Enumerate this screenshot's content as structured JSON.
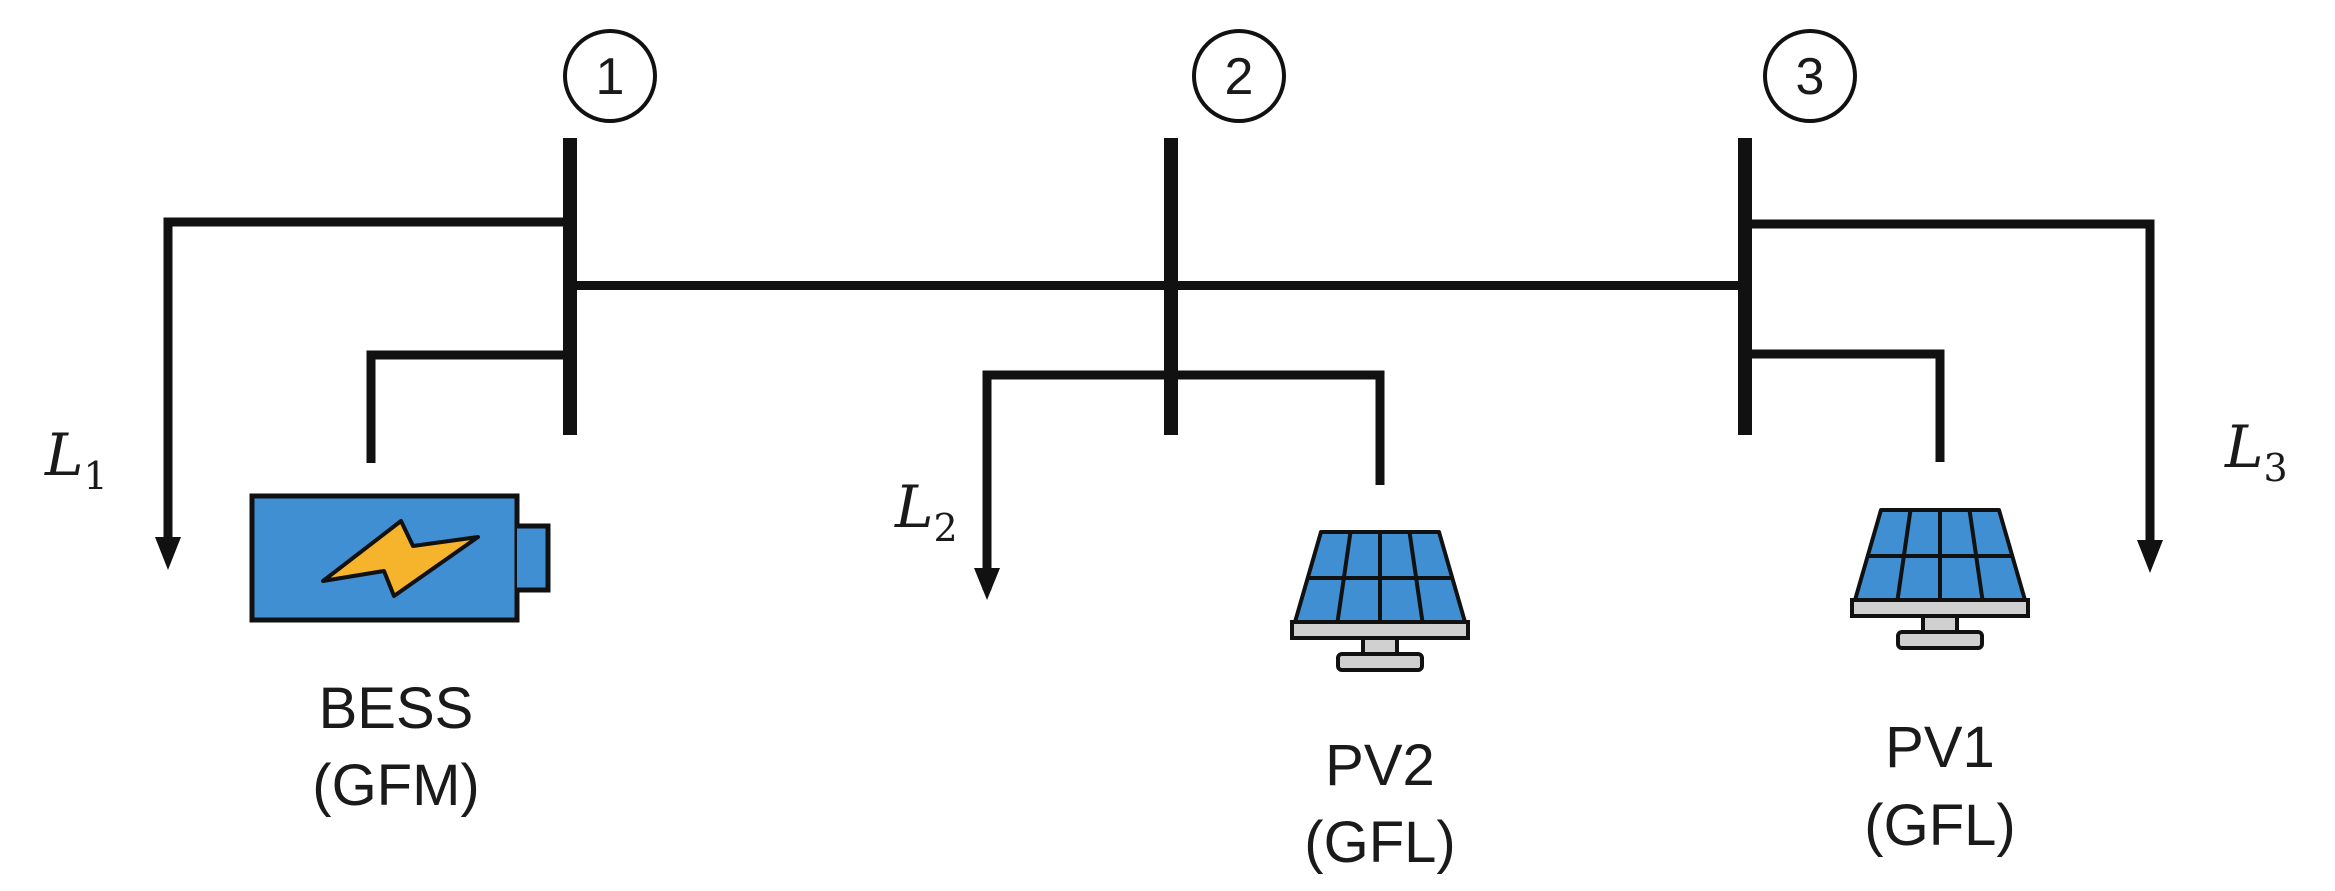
{
  "buses": [
    {
      "number": "1"
    },
    {
      "number": "2"
    },
    {
      "number": "3"
    }
  ],
  "loads": [
    {
      "symbol": "L",
      "subscript": "1"
    },
    {
      "symbol": "L",
      "subscript": "2"
    },
    {
      "symbol": "L",
      "subscript": "3"
    }
  ],
  "devices": {
    "bess": {
      "name": "BESS",
      "mode": "(GFM)",
      "icon": "battery-icon"
    },
    "pv2": {
      "name": "PV2",
      "mode": "(GFL)",
      "icon": "solar-panel-icon"
    },
    "pv1": {
      "name": "PV1",
      "mode": "(GFL)",
      "icon": "solar-panel-icon"
    }
  },
  "colors": {
    "line": "#111111",
    "battery_fill": "#3f8fd2",
    "bolt_fill": "#f6b42c",
    "panel_fill": "#3f8fd2",
    "frame_fill": "#d0d0d0"
  }
}
